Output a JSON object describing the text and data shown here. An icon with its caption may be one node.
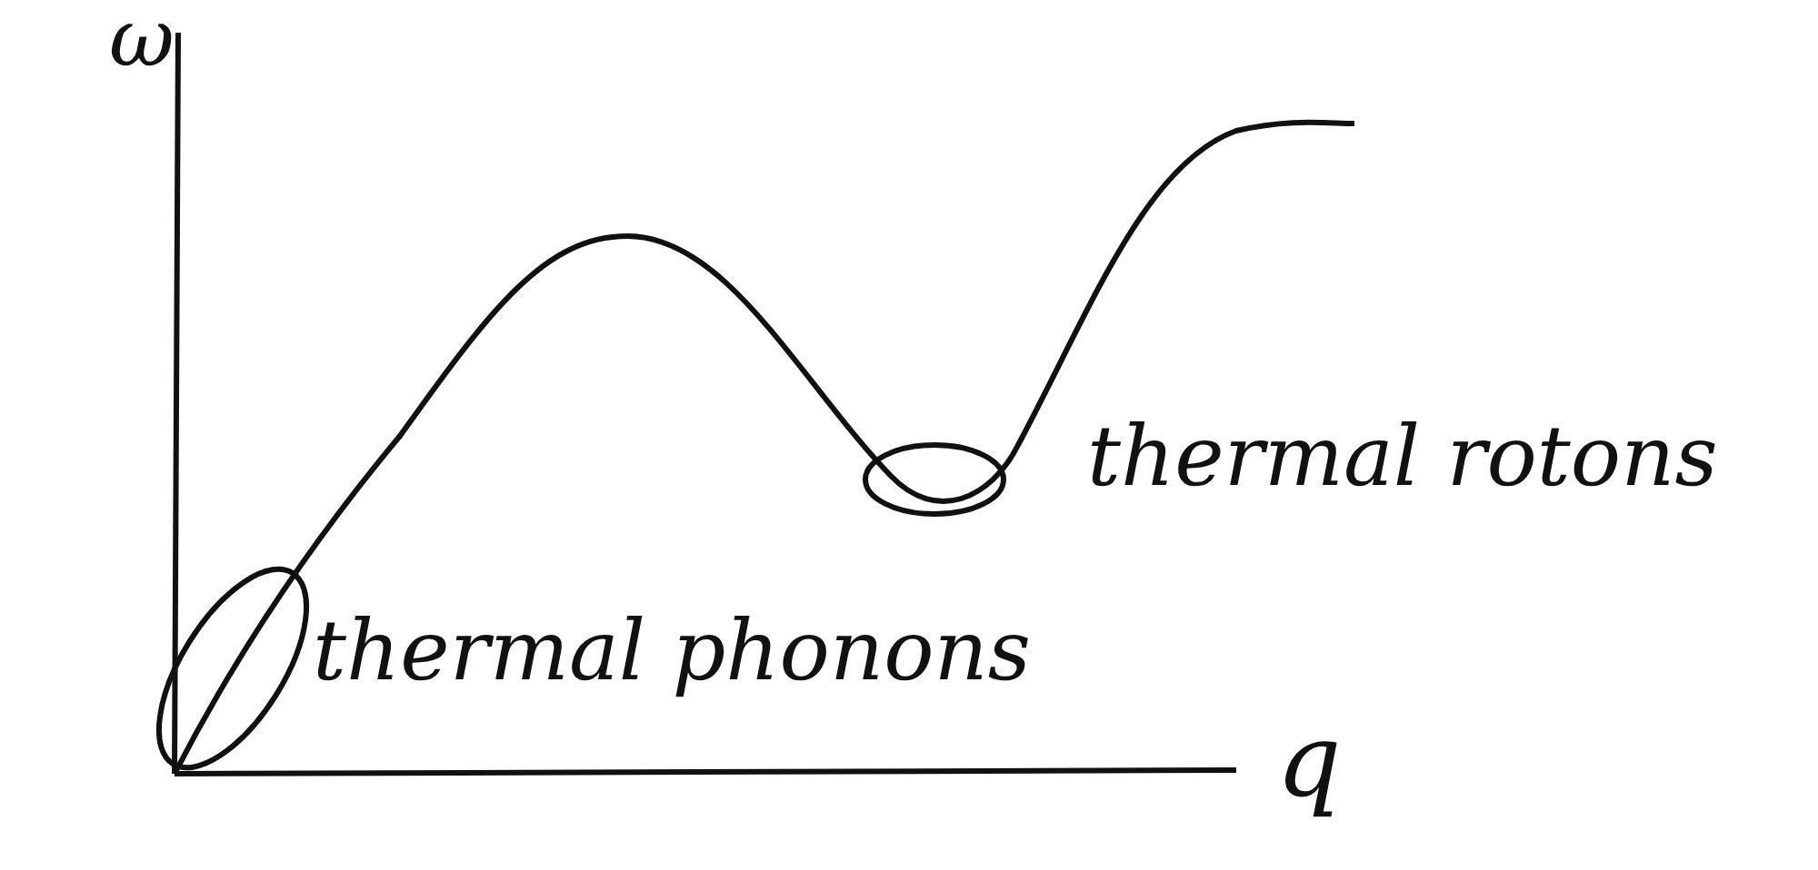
{
  "diagram": {
    "labels": [
      "ω",
      "thermal rotons",
      "thermal phonons",
      "q"
    ]
  }
}
